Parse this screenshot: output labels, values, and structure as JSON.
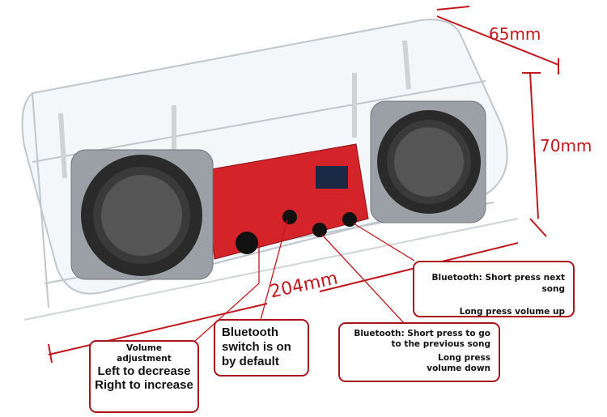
{
  "dimensions": {
    "depth": "65mm",
    "height": "70mm",
    "length": "204mm"
  },
  "callouts": {
    "next_song": {
      "line1": "Bluetooth: Short press next song",
      "line2": "Long press volume up"
    },
    "bluetooth_switch": {
      "text": "Bluetooth switch is on by default"
    },
    "volume": {
      "title1": "Volume",
      "title2": "adjustment",
      "desc": "Left to decrease Right to increase"
    },
    "previous_song": {
      "line1": "Bluetooth: Short press to go to the previous song",
      "line2": "Long press volume down"
    }
  },
  "colors": {
    "accent": "#c0161c",
    "pcb": "#d4242a"
  }
}
